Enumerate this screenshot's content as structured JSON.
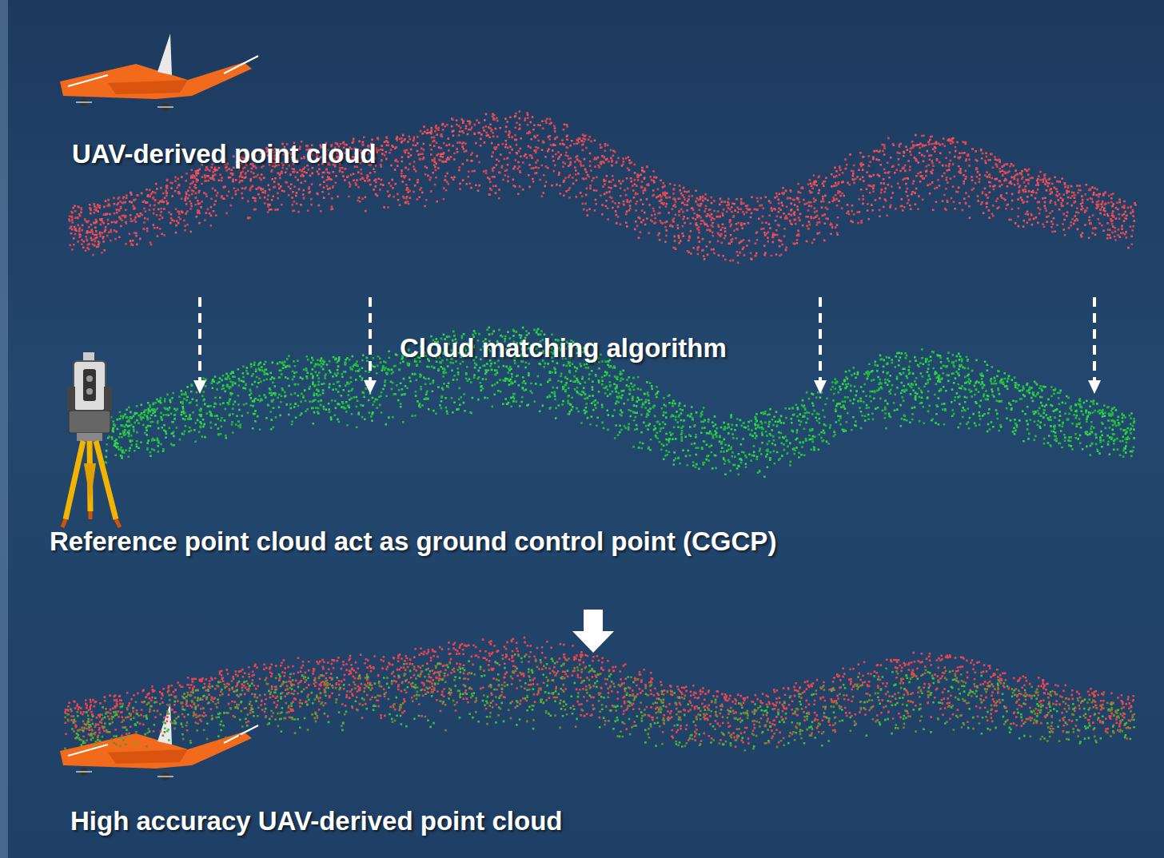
{
  "diagram": {
    "labels": [
      "UAV-derived point cloud",
      "Cloud matching algorithm",
      "Reference point cloud act as ground control point (CGCP)",
      "High accuracy UAV-derived point cloud"
    ]
  }
}
